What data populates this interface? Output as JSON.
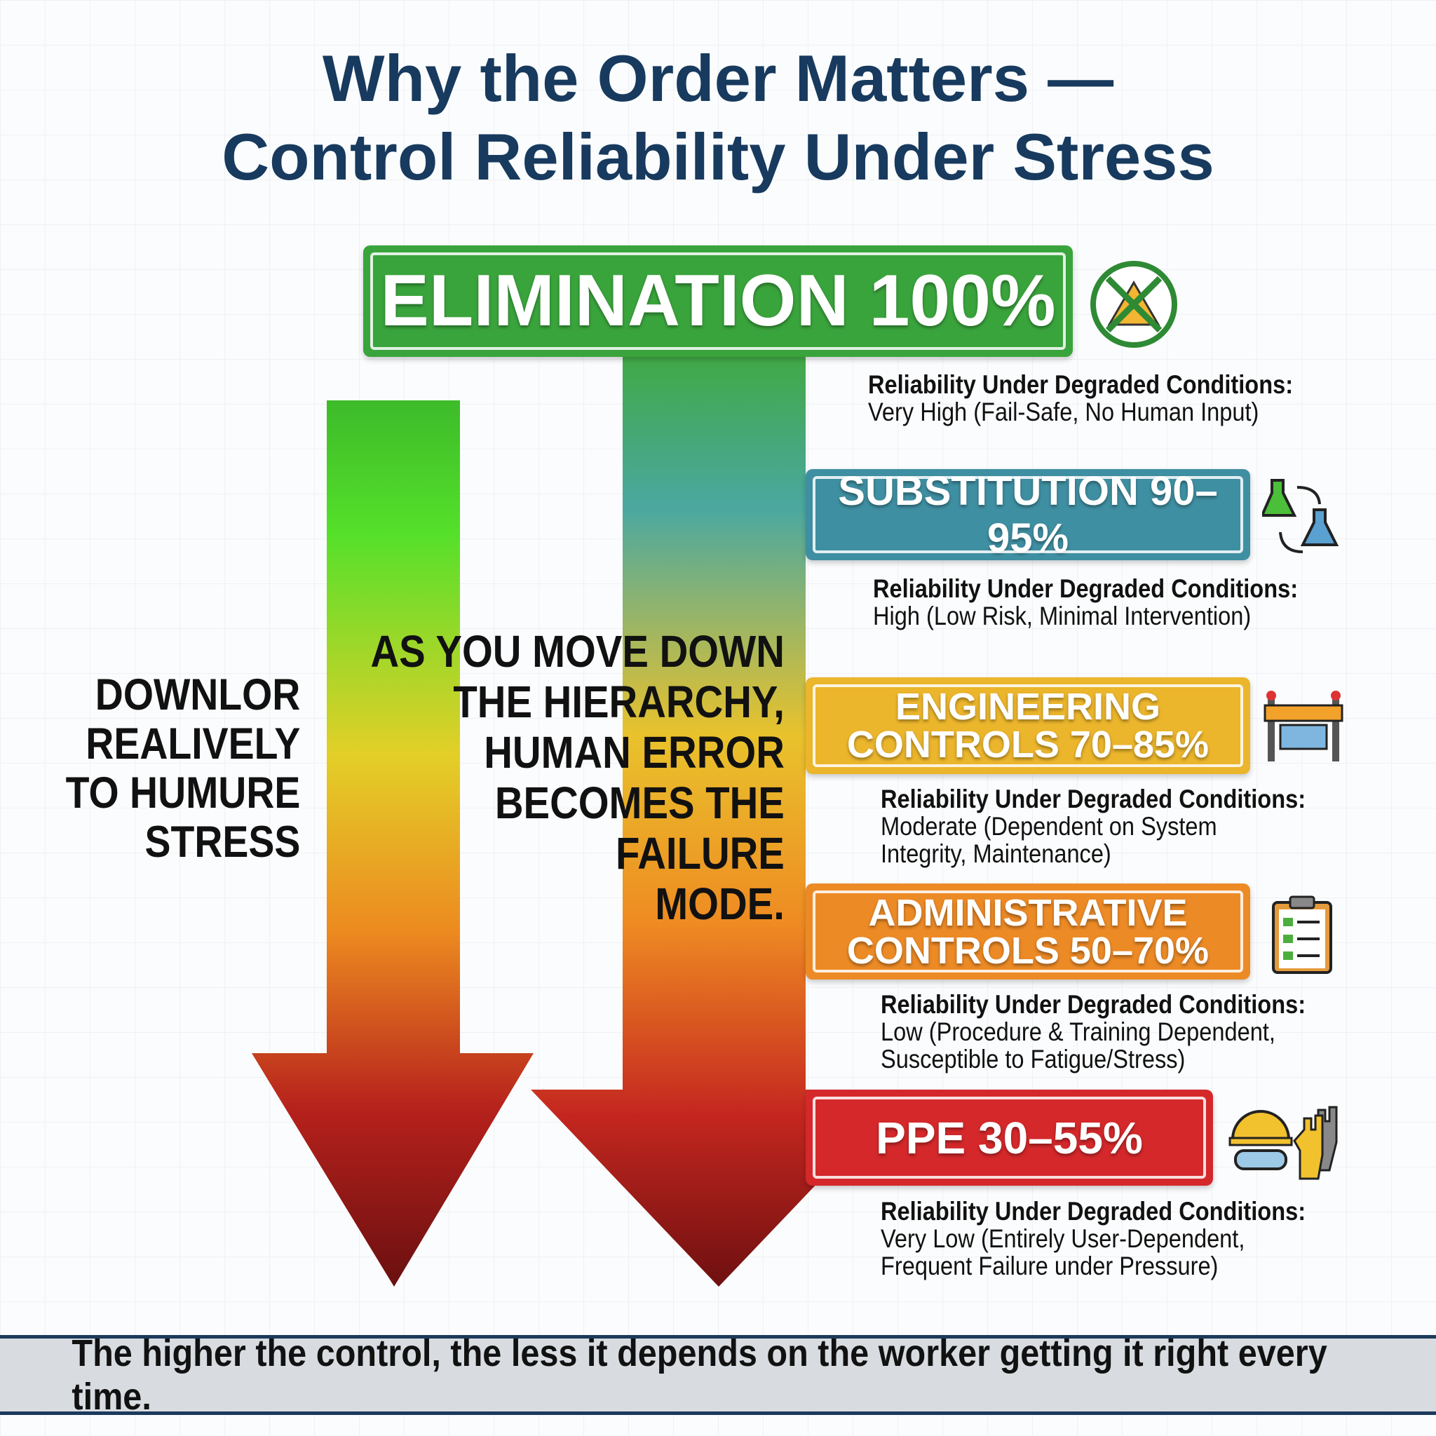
{
  "title": {
    "line1": "Why the Order Matters —",
    "line2": "Control Reliability Under Stress"
  },
  "colors": {
    "elimination": "#3aa43c",
    "substitution": "#3f8fa2",
    "engineering": "#ebb52c",
    "administrative": "#ec8a26",
    "ppe": "#d4282b",
    "title": "#173a5e"
  },
  "controls": [
    {
      "label": "ELIMINATION 100%",
      "heading": "Reliability Under Degraded Conditions:",
      "detail1": "Very High (Fail-Safe, No Human Input)",
      "icon": "no-hazard-icon"
    },
    {
      "label": "SUBSTITUTION 90–95%",
      "heading": "Reliability Under Degraded Conditions:",
      "detail1": "High (Low Risk, Minimal Intervention)",
      "icon": "flask-swap-icon"
    },
    {
      "label1": "ENGINEERING",
      "label2": "CONTROLS 70–85%",
      "heading": "Reliability Under Degraded Conditions:",
      "detail1": "Moderate (Dependent on System",
      "detail2": "Integrity, Maintenance)",
      "icon": "barrier-icon"
    },
    {
      "label1": "ADMINISTRATIVE",
      "label2": "CONTROLS 50–70%",
      "heading": "Reliability Under Degraded Conditions:",
      "detail1": "Low (Procedure & Training Dependent,",
      "detail2": "Susceptible to Fatigue/Stress)",
      "icon": "clipboard-checklist-icon"
    },
    {
      "label": "PPE 30–55%",
      "heading": "Reliability Under Degraded Conditions:",
      "detail1": "Very Low (Entirely User-Dependent,",
      "detail2": "Frequent Failure under Pressure)",
      "icon": "hardhat-gloves-icon"
    }
  ],
  "left_text": [
    "DOWNLOR",
    "REALIVELY",
    "TO HUMURE",
    "STRESS"
  ],
  "middle_text": [
    "AS YOU MOVE DOWN",
    "THE HIERARCHY,",
    "HUMAN ERROR",
    "BECOMES THE",
    "FAILURE",
    "MODE."
  ],
  "footer": "The higher the control, the less it depends on the worker getting it right every time."
}
